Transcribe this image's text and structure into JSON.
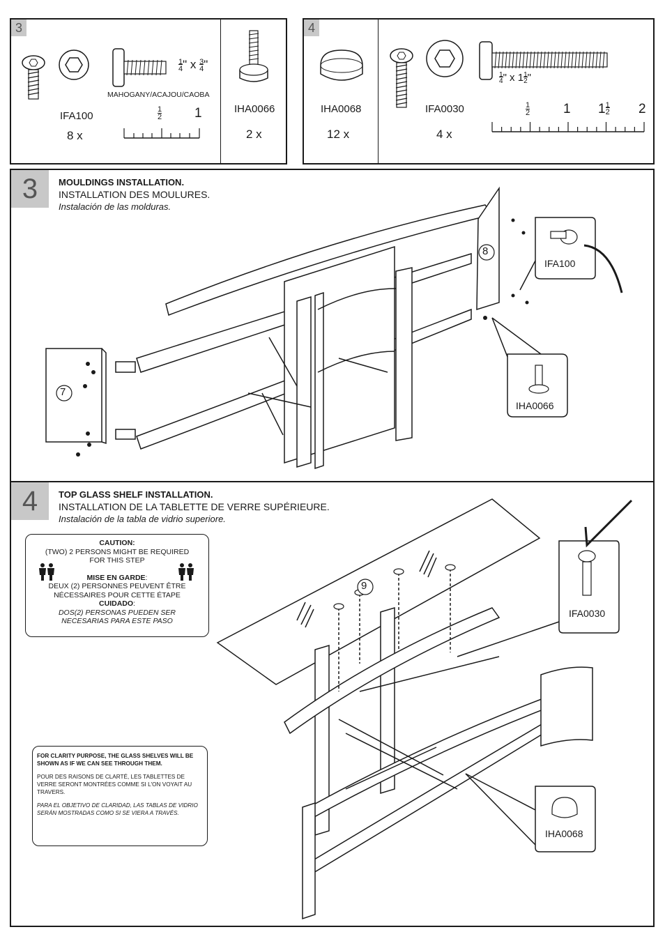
{
  "parts_step3": {
    "tab": "3",
    "ifa100": {
      "code": "IFA100",
      "qty": "8 x",
      "material": "MAHOGANY/ACAJOU/CAOBA",
      "size_a": "1",
      "size_a_frac": "4",
      "size_sep": "\" x ",
      "size_b": "3",
      "size_b_frac": "4",
      "size_end": "\""
    },
    "ruler": {
      "half_num": "1",
      "half_den": "2",
      "one": "1"
    },
    "iha0066": {
      "code": "IHA0066",
      "qty": "2 x"
    }
  },
  "parts_step4": {
    "tab": "4",
    "iha0068": {
      "code": "IHA0068",
      "qty": "12 x"
    },
    "ifa0030": {
      "code": "IFA0030",
      "qty": "4 x",
      "size_a": "1",
      "size_a_frac": "4",
      "size_mid": "\" x 1",
      "size_b": "1",
      "size_b_frac": "2",
      "size_end": "\""
    },
    "ruler": {
      "half_num": "1",
      "half_den": "2",
      "one": "1",
      "one_half_whole": "1",
      "one_half_num": "1",
      "one_half_den": "2",
      "two": "2"
    }
  },
  "step3": {
    "number": "3",
    "title_en": "MOULDINGS INSTALLATION.",
    "title_fr": "INSTALLATION DES MOULURES.",
    "title_es": "Instalación de las molduras.",
    "part7": "7",
    "part8": "8",
    "callout_ifa100": "IFA100",
    "callout_iha0066": "IHA0066"
  },
  "step4": {
    "number": "4",
    "title_en": "TOP GLASS SHELF INSTALLATION.",
    "title_fr": "INSTALLATION DE LA TABLETTE DE VERRE SUPÉRIEURE.",
    "title_es": "Instalación de la tabla de vidrio superiore.",
    "part9": "9",
    "callout_ifa0030": "IFA0030",
    "callout_iha0068": "IHA0068",
    "caution": {
      "title": "CAUTION:",
      "line1": "(TWO) 2 PERSONS MIGHT BE REQUIRED",
      "line2": "FOR THIS STEP",
      "fr_title": "MISE EN GARDE",
      "fr_line1": "DEUX (2) PERSONNES PEUVENT ÊTRE",
      "fr_line2": "NÉCESSAIRES POUR CETTE ÉTAPE",
      "es_title": "CUIDADO",
      "es_line1": "DOS(2) PERSONAS PUEDEN SER",
      "es_line2": "NECESARIAS PARA ESTE PASO"
    },
    "clarity": {
      "en": "FOR CLARITY PURPOSE, THE GLASS SHELVES WILL BE SHOWN AS IF WE CAN SEE THROUGH THEM.",
      "fr": "POUR DES RAISONS DE CLARTÉ, LES TABLETTES DE VERRE SERONT MONTRÉES COMME SI L'ON VOYAIT AU TRAVERS.",
      "es": "PARA EL OBJETIVO DE CLARIDAD, LAS TABLAS DE VIDRIO SERÁN MOSTRADAS COMO SI SE VIERA A TRAVÉS."
    }
  }
}
